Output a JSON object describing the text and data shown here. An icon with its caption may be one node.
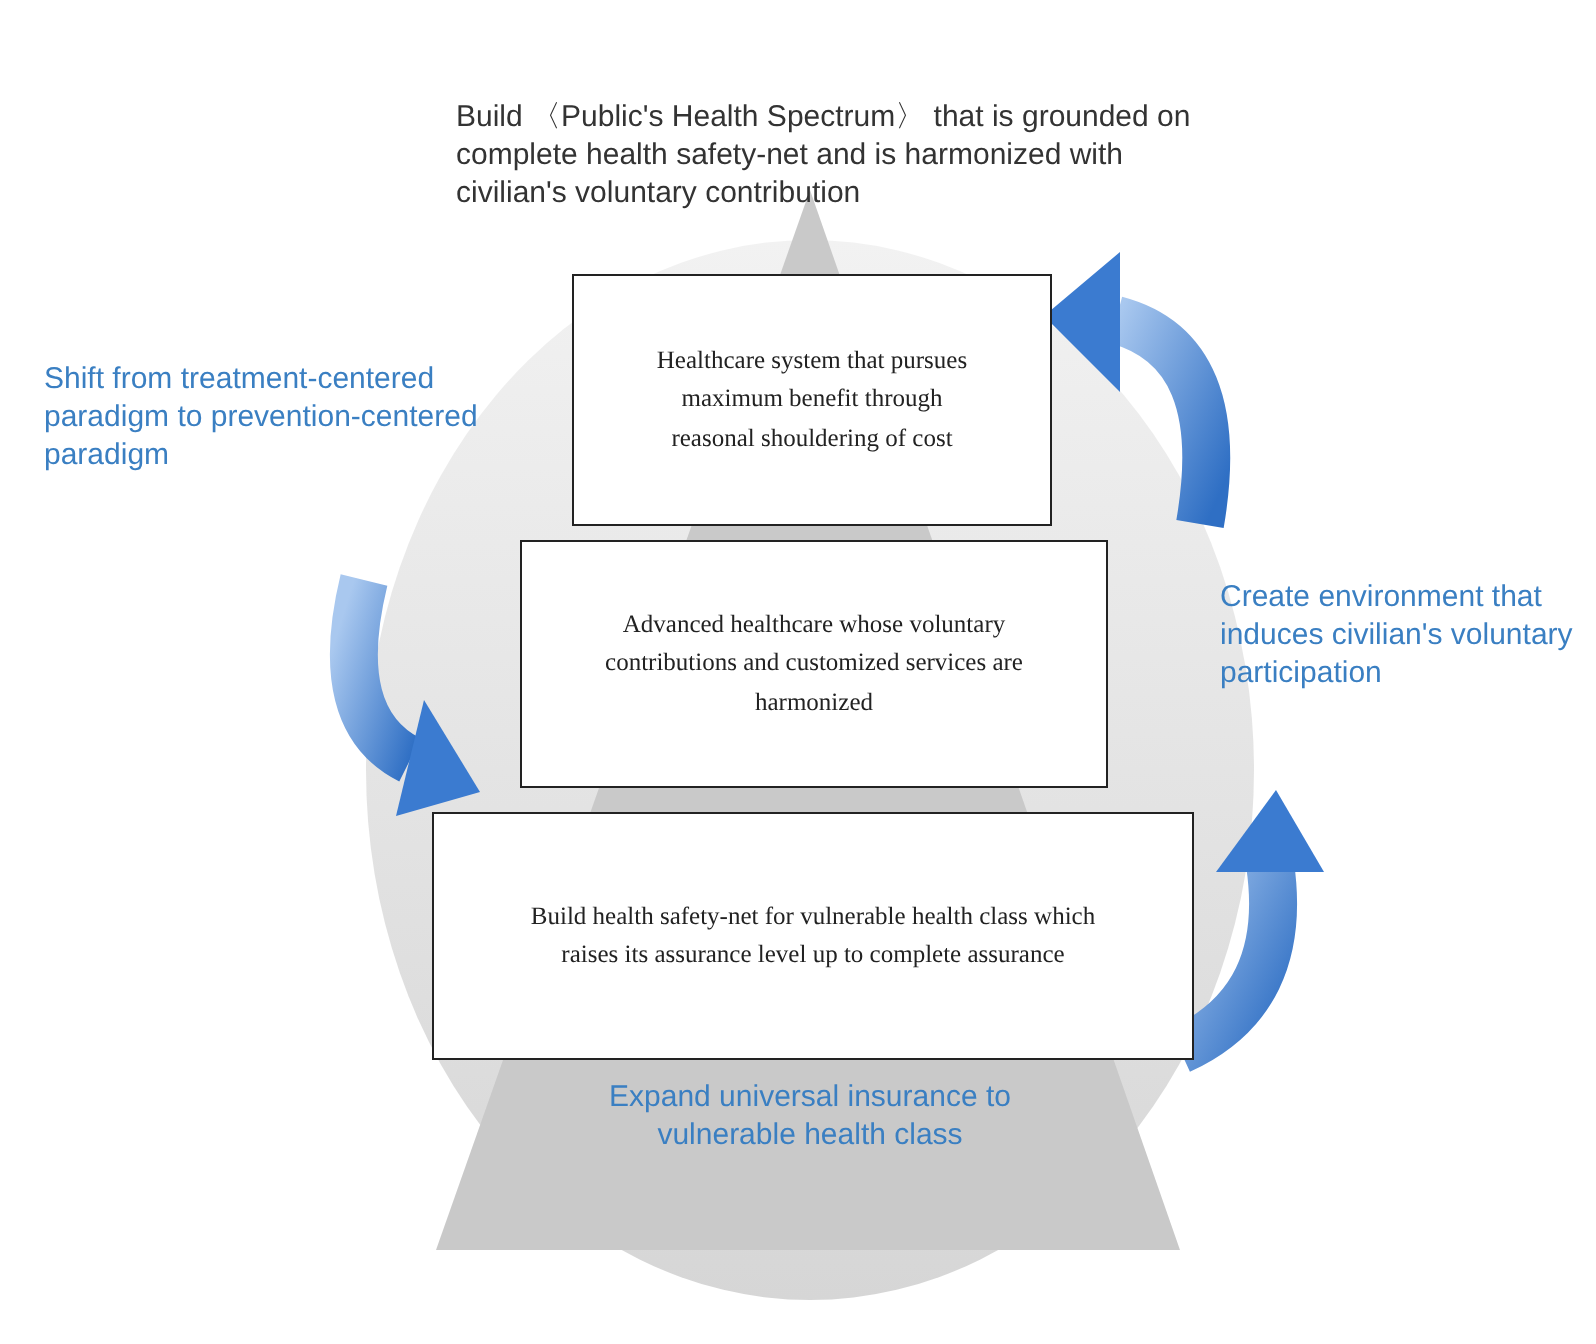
{
  "diagram": {
    "nodes": [
      {
        "text": [
          "Healthcare system that pursues maximum benefit through reasonal shouldering of cost"
        ]
      },
      {
        "text": [
          "Advanced healthcare whose voluntary contributions and customized services are harmonized"
        ]
      },
      {
        "text": [
          "Build health safety-net for vulnerable health class which raises its assurance level up to complete assurance"
        ]
      }
    ],
    "labels": [
      "Build 〈Public's Health Spectrum〉 that is grounded on complete health safety-net and is harmonized with civilian's voluntary contribution",
      "Shift from treatment-centered paradigm to prevention-centered paradigm",
      "Create environment that induces civilian's voluntary participation",
      "Expand universal insurance to vulnerable health class"
    ]
  }
}
